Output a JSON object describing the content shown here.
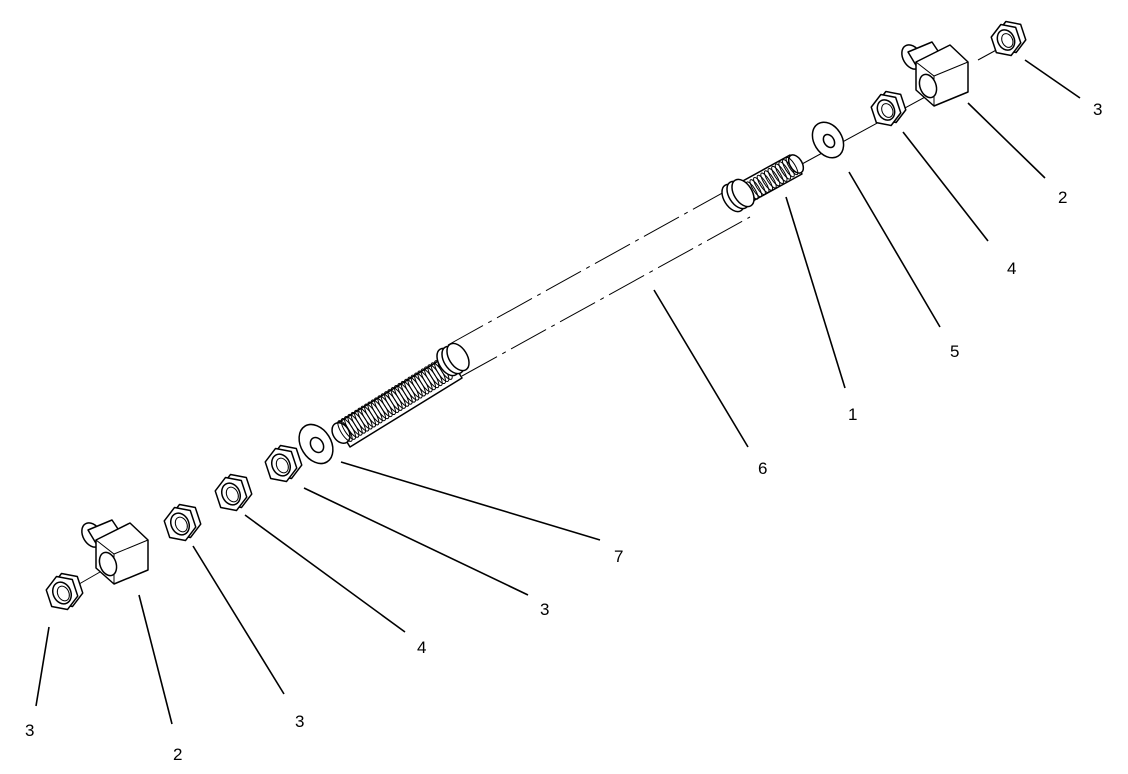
{
  "diagram": {
    "callouts": [
      {
        "id": "c1",
        "label": "1"
      },
      {
        "id": "c2a",
        "label": "2"
      },
      {
        "id": "c2b",
        "label": "2"
      },
      {
        "id": "c3a",
        "label": "3"
      },
      {
        "id": "c3b",
        "label": "3"
      },
      {
        "id": "c3c",
        "label": "3"
      },
      {
        "id": "c3d",
        "label": "3"
      },
      {
        "id": "c4a",
        "label": "4"
      },
      {
        "id": "c4b",
        "label": "4"
      },
      {
        "id": "c5",
        "label": "5"
      },
      {
        "id": "c6",
        "label": "6"
      },
      {
        "id": "c7",
        "label": "7"
      }
    ]
  }
}
